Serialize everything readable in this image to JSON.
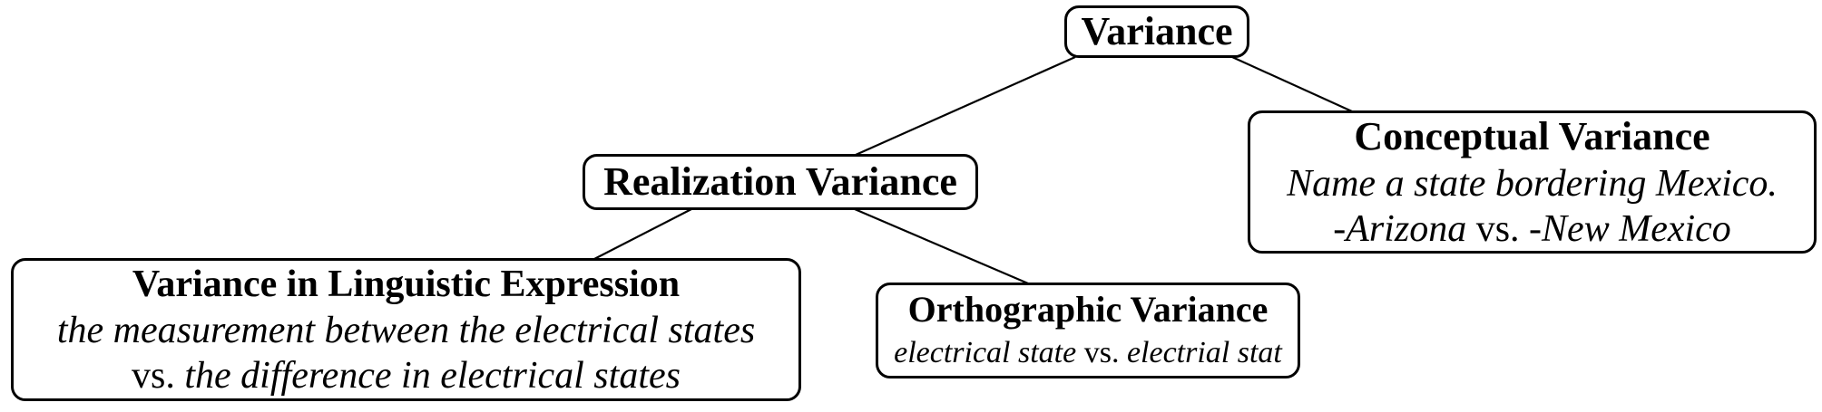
{
  "figure": {
    "kind": "tree-diagram",
    "background_color": "#ffffff",
    "box_border_color": "#000000",
    "edge_color": "#000000",
    "text_color": "#000000"
  },
  "nodes": {
    "variance": {
      "title": "Variance"
    },
    "realization": {
      "title": "Realization Variance"
    },
    "conceptual": {
      "title": "Conceptual Variance",
      "example_line1": "Name a state bordering Mexico.",
      "example2_left": "-Arizona",
      "example2_vs": " vs. ",
      "example2_right": "-New Mexico"
    },
    "linguistic": {
      "title": "Variance in Linguistic Expression",
      "example_line1": "the measurement between the electrical states",
      "example2_vs": "vs. ",
      "example2_right": "the difference in electrical states"
    },
    "orthographic": {
      "title": "Orthographic Variance",
      "example_left": "electrical state",
      "example_vs": " vs. ",
      "example_right": "electrial stat"
    }
  },
  "edges": [
    {
      "from": "variance",
      "to": "realization"
    },
    {
      "from": "variance",
      "to": "conceptual"
    },
    {
      "from": "realization",
      "to": "linguistic"
    },
    {
      "from": "realization",
      "to": "orthographic"
    }
  ]
}
